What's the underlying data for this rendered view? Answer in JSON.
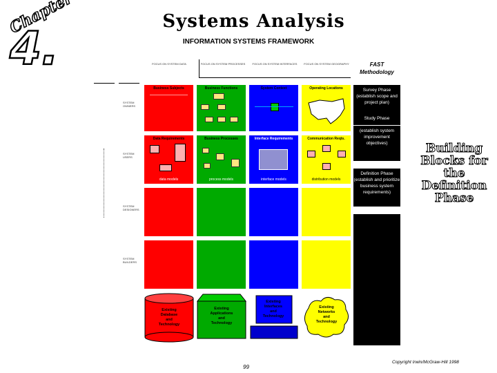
{
  "header": {
    "chapter_word": "Chapter",
    "chapter_number": "4.",
    "title": "Systems Analysis",
    "subtitle": "INFORMATION SYSTEMS FRAMEWORK"
  },
  "framework": {
    "column_headers": [
      "FOCUS ON SYSTEM DATA",
      "FOCUS ON SYSTEM PROCESSES",
      "FOCUS ON SYSTEM INTERFACES",
      "FOCUS ON SYSTEM GEOGRAPHY"
    ],
    "row_labels": [
      "SYSTEM OWNERS",
      "SYSTEM USERS",
      "SYSTEM DESIGNERS",
      "SYSTEM BUILDERS"
    ],
    "cells_row1": [
      "Business Subjects",
      "Business Functions",
      "System Context",
      "Operating Locations"
    ],
    "cells_row2": [
      "Data Requirements",
      "Business Processes",
      "Interface Requirements",
      "Communication Reqts."
    ],
    "cells_row2_footers": [
      "data models",
      "process models",
      "interface models",
      "distribution models"
    ],
    "technology": [
      "Existing\nDatabase\nand\nTechnology",
      "Existing\nApplications\nand\nTechnology",
      "Existing\nInterfaces\nand\nTechnology",
      "Existing\nNetworks\nand\nTechnology"
    ],
    "colors": {
      "data": "#ff0000",
      "process": "#00aa00",
      "interface": "#0000ff",
      "geography": "#ffff00"
    }
  },
  "fast": {
    "heading": "FAST Methodology",
    "phases": [
      "Survey Phase (establish scope and project plan)",
      "Study Phase",
      "(establish system improvement objectives)",
      "Definition Phase (establish and prioritize business system requirements)"
    ]
  },
  "building_blocks": "Building Blocks for the Definition Phase",
  "footer": {
    "page_number": "99",
    "copyright": "Copyright Irwin/McGraw-Hill 1998"
  }
}
